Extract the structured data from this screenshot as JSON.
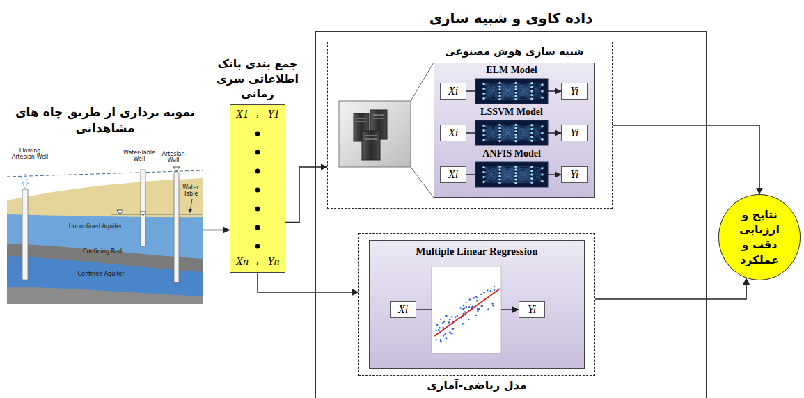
{
  "diagram": {
    "title": "داده کاوی و شبیه سازی",
    "nodes": [
      {
        "text": [
          "نمونه برداری از طریق چاه های مشاهداتی"
        ]
      },
      {
        "text": [
          "جمع بندی بانک اطلاعاتی سری زمانی",
          "X1",
          ",",
          "Y1",
          "Xn",
          ",",
          "Yn"
        ]
      },
      {
        "text": [
          "داده کاوی و شبیه سازی"
        ]
      },
      {
        "text": [
          "شبیه سازی هوش مصنوعی"
        ],
        "in": 2
      },
      {
        "text": [
          "ELM Model",
          "LSSVM Model",
          "ANFIS Model"
        ],
        "in": 3
      },
      {
        "text": [
          "Xi"
        ],
        "in": 4
      },
      {
        "text": [
          "Yi"
        ],
        "in": 4
      },
      {
        "text": [
          "Xi"
        ],
        "in": 4
      },
      {
        "text": [
          "Yi"
        ],
        "in": 4
      },
      {
        "text": [
          "Xi"
        ],
        "in": 4
      },
      {
        "text": [
          "Yi"
        ],
        "in": 4
      },
      {
        "text": [
          "مدل ریاضی-آماری"
        ],
        "in": 2
      },
      {
        "text": [
          "Multiple Linear Regression"
        ],
        "in": 11
      },
      {
        "text": [
          "Xi"
        ],
        "in": 12
      },
      {
        "text": [
          "Yi"
        ],
        "in": 12
      },
      {
        "text": [
          "نتایج و ارزیابی دقت و عملکرد"
        ]
      }
    ],
    "edges": [
      {
        "from": 0,
        "to": 1,
        "arrow": "to"
      },
      {
        "from": 1,
        "to": 3,
        "arrow": "to"
      },
      {
        "from": 1,
        "to": 11,
        "arrow": "to"
      },
      {
        "from": 3,
        "to": 15,
        "arrow": "to"
      },
      {
        "from": 11,
        "to": 15,
        "arrow": "to"
      },
      {
        "from": 5,
        "to": 6,
        "arrow": "to"
      },
      {
        "from": 7,
        "to": 8,
        "arrow": "to"
      },
      {
        "from": 9,
        "to": 10,
        "arrow": "to"
      },
      {
        "from": 13,
        "to": 14,
        "arrow": "to"
      }
    ],
    "labels": [
      "Flowing Artesian Well",
      "Water-Table Well",
      "Artesian Well",
      "Water Table",
      "Unconfined Aquifer",
      "Confining Bed",
      "Confined Aquifer"
    ]
  }
}
